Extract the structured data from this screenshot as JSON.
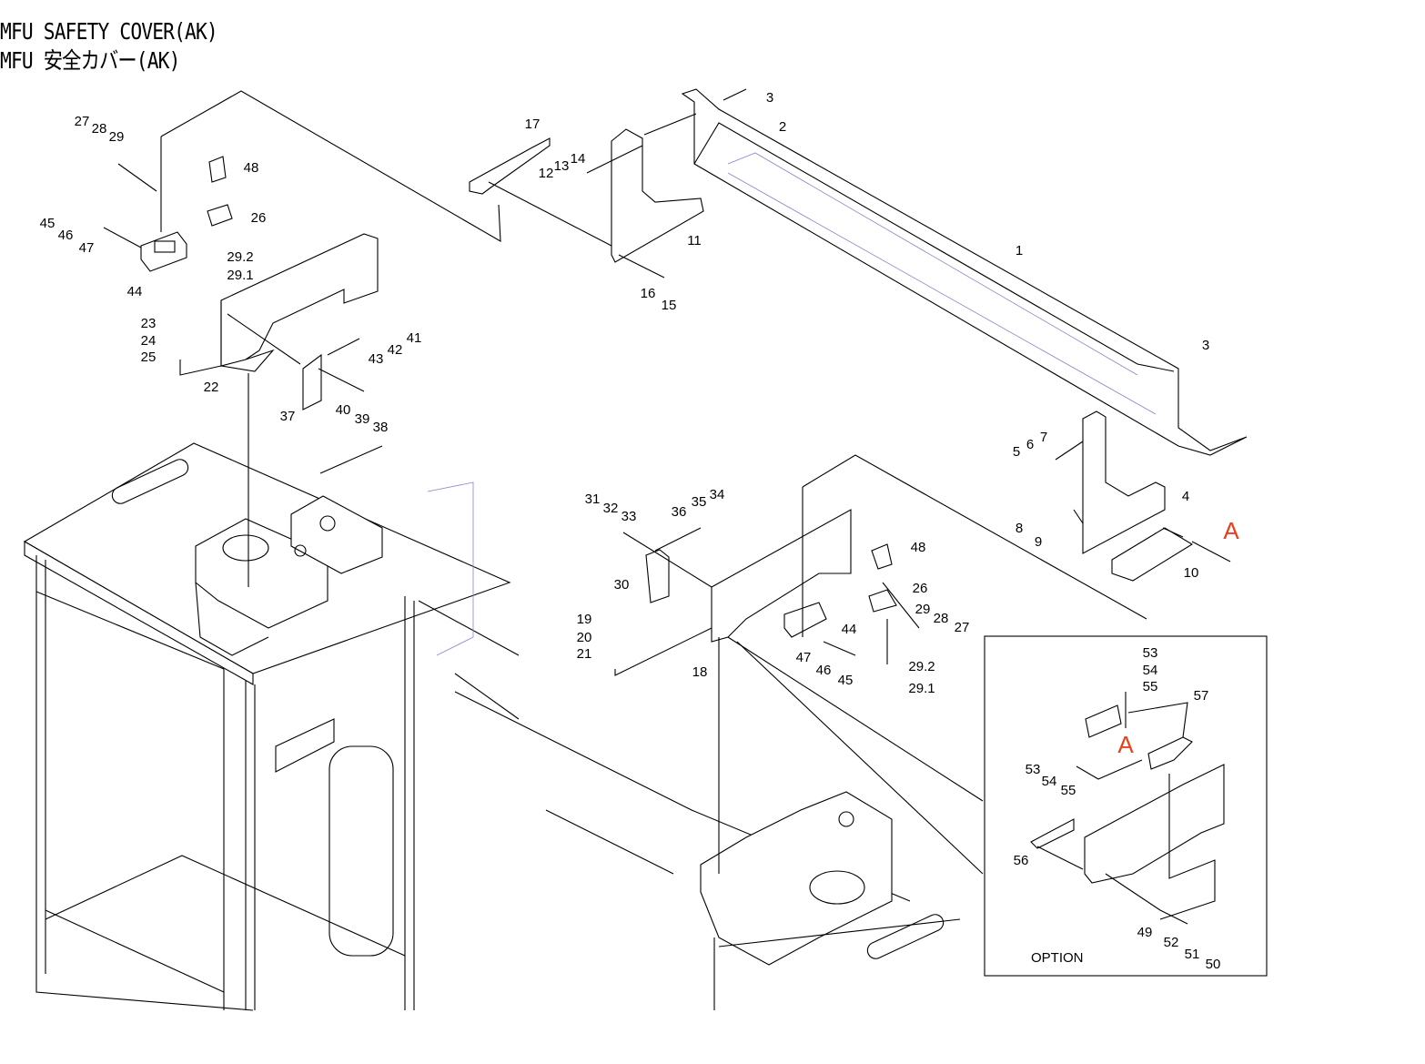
{
  "title": {
    "english": "MFU SAFETY COVER(AK)",
    "japanese": "MFU 安全カバー(AK)"
  },
  "callouts": [
    "27",
    "28",
    "29",
    "48",
    "26",
    "45",
    "46",
    "47",
    "29.2",
    "29.1",
    "44",
    "23",
    "24",
    "25",
    "41",
    "42",
    "43",
    "22",
    "40",
    "39",
    "38",
    "37",
    "17",
    "12",
    "13",
    "14",
    "11",
    "16",
    "15",
    "3",
    "2",
    "1",
    "3",
    "7",
    "6",
    "5",
    "4",
    "8",
    "9",
    "10",
    "31",
    "32",
    "33",
    "34",
    "35",
    "36",
    "48",
    "30",
    "26",
    "29",
    "28",
    "27",
    "44",
    "19",
    "20",
    "21",
    "47",
    "46",
    "45",
    "18",
    "29.2",
    "29.1",
    "53",
    "54",
    "55",
    "57",
    "53",
    "54",
    "55",
    "56",
    "49",
    "52",
    "51",
    "50"
  ],
  "reference_marks": [
    "A",
    "A"
  ],
  "option_box": {
    "label": "OPTION"
  },
  "colors": {
    "line": "#000000",
    "reference_mark": "#e8401c",
    "hidden_line": "#8a84c8"
  }
}
